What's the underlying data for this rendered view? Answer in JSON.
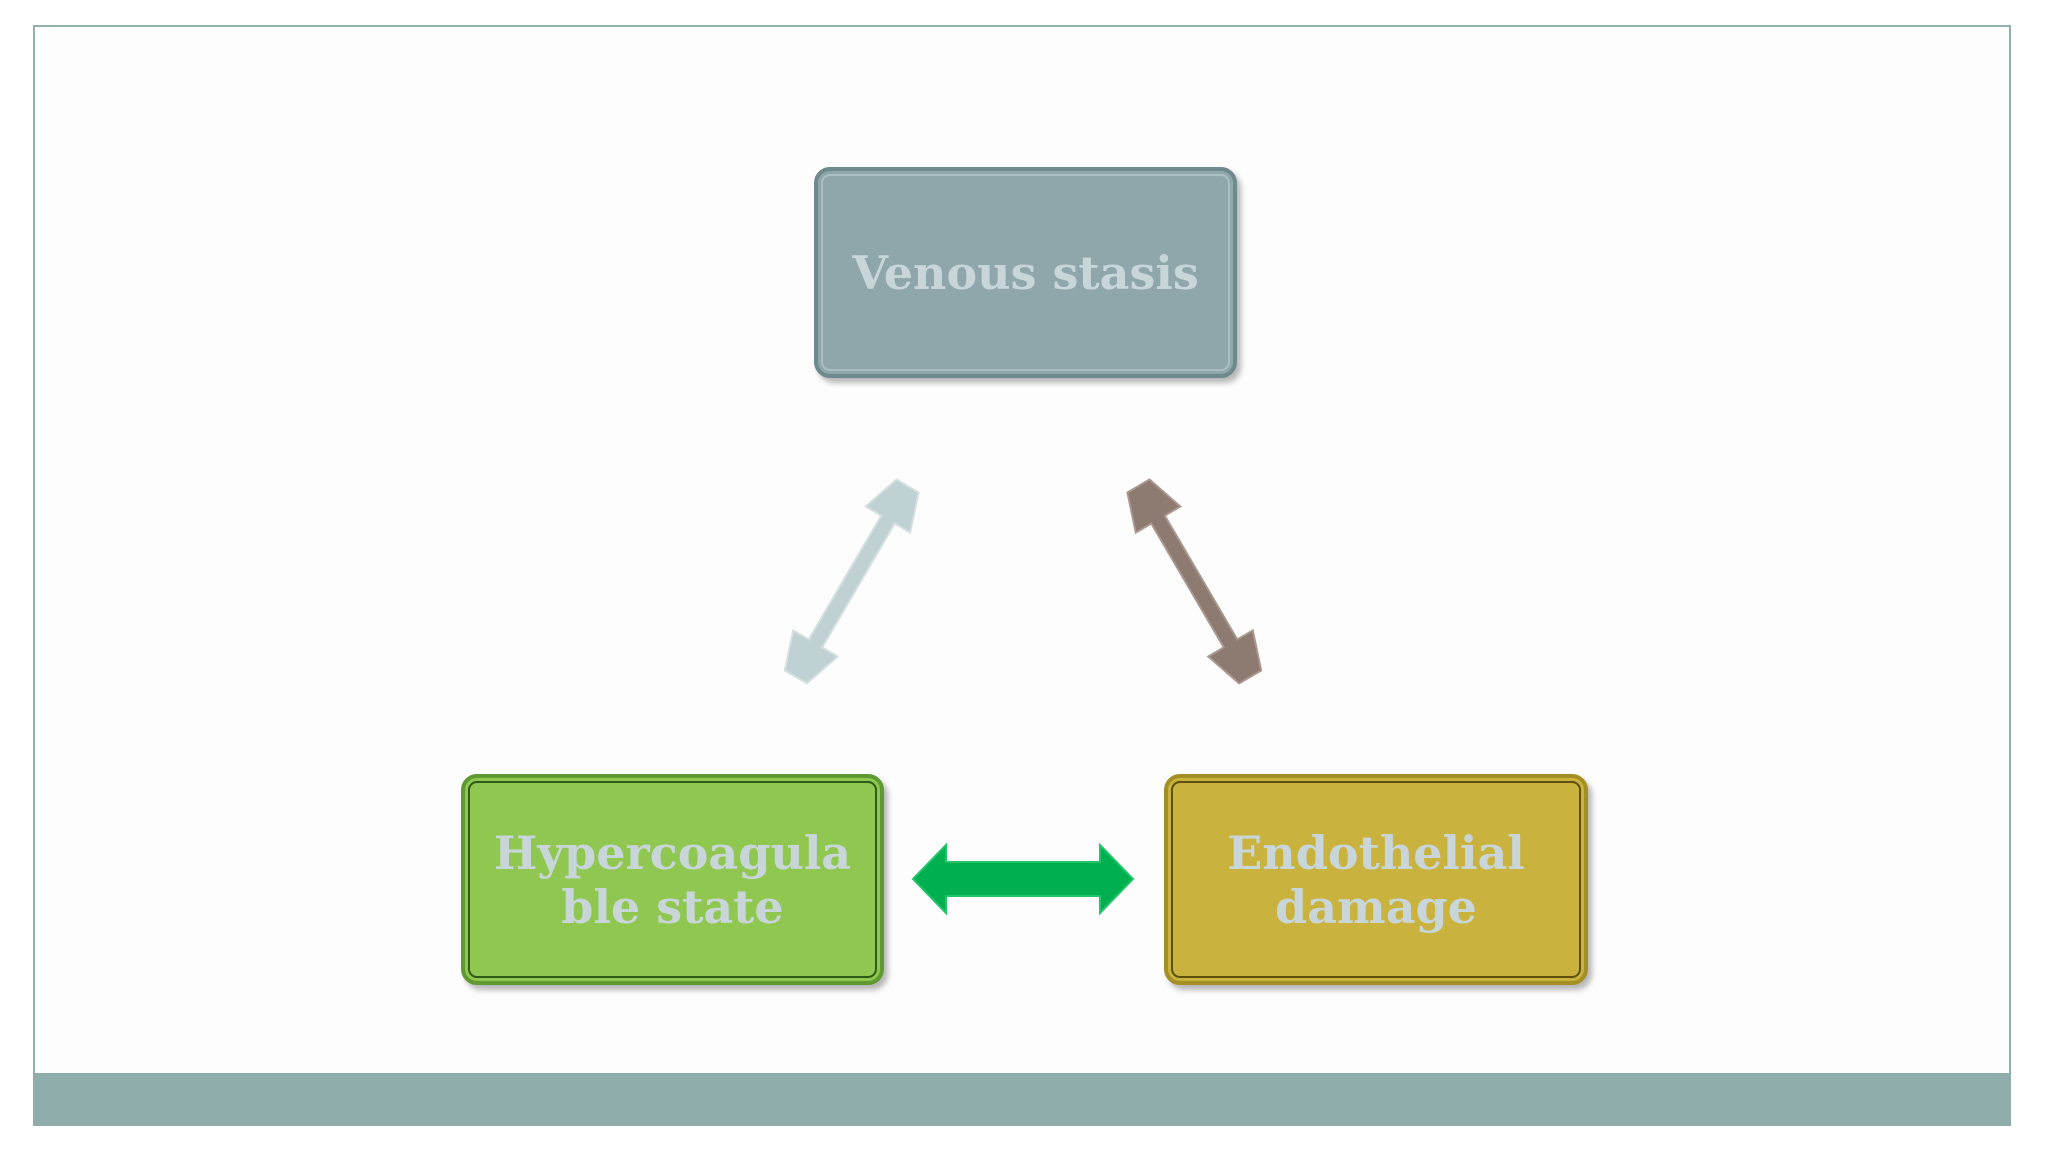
{
  "diagram": {
    "nodes": [
      {
        "id": "venous-stasis",
        "label": "Venous stasis",
        "color": "#8fa7ab"
      },
      {
        "id": "hypercoagulable-state",
        "label": "Hypercoagula\nble state",
        "color": "#8fc751"
      },
      {
        "id": "endothelial-damage",
        "label": "Endothelial\ndamage",
        "color": "#c9b23d"
      }
    ],
    "edges": [
      {
        "from": "hypercoagulable-state",
        "to": "venous-stasis",
        "type": "bidirectional",
        "color": "#bfd1d2"
      },
      {
        "from": "venous-stasis",
        "to": "endothelial-damage",
        "type": "bidirectional",
        "color": "#8d7a70"
      },
      {
        "from": "hypercoagulable-state",
        "to": "endothelial-damage",
        "type": "bidirectional",
        "color": "#00b050"
      }
    ],
    "text_color": "#c9d6d9",
    "footer_color": "#8fadab"
  }
}
